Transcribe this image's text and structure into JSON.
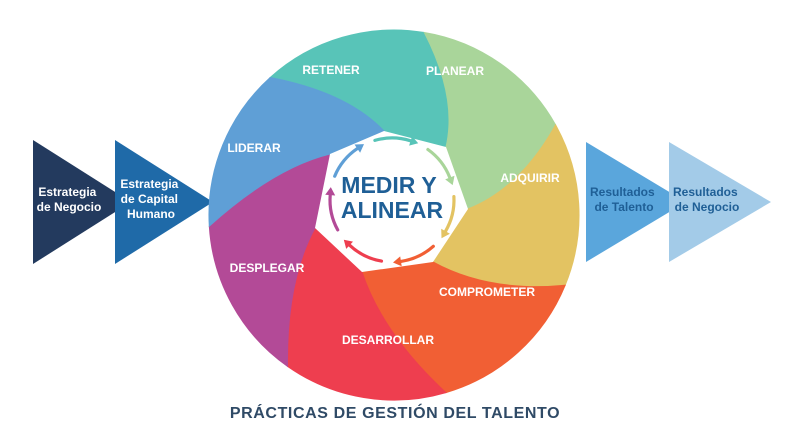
{
  "left_arrows": [
    {
      "lines": [
        "Estrategia",
        "de Negocio"
      ],
      "color": "#233a5e"
    },
    {
      "lines": [
        "Estrategia",
        "de Capital",
        "Humano"
      ],
      "color": "#1f6aa8"
    }
  ],
  "right_arrows": [
    {
      "lines": [
        "Resultados",
        "de Talento"
      ],
      "color": "#5aa6dc"
    },
    {
      "lines": [
        "Resultados",
        "de Negocio"
      ],
      "color": "#a3cbe8"
    }
  ],
  "segments": [
    {
      "label": "RETENER",
      "color": "#58c4b8"
    },
    {
      "label": "PLANEAR",
      "color": "#a9d59a"
    },
    {
      "label": "ADQUIRIR",
      "color": "#e3c362"
    },
    {
      "label": "COMPROMETER",
      "color": "#f15f34"
    },
    {
      "label": "DESARROLLAR",
      "color": "#ee3e4f"
    },
    {
      "label": "DESPLEGAR",
      "color": "#b34a97"
    },
    {
      "label": "LIDERAR",
      "color": "#5f9fd6"
    }
  ],
  "center": {
    "lines": [
      "MEDIR Y",
      "ALINEAR"
    ],
    "text_color": "#1f5f96"
  },
  "footer_title": "PRÁCTICAS DE GESTIÓN DEL TALENTO",
  "colors": {
    "left_text": "#ffffff",
    "right_text": "#1f5f96",
    "footer_text": "#2f4a66"
  }
}
